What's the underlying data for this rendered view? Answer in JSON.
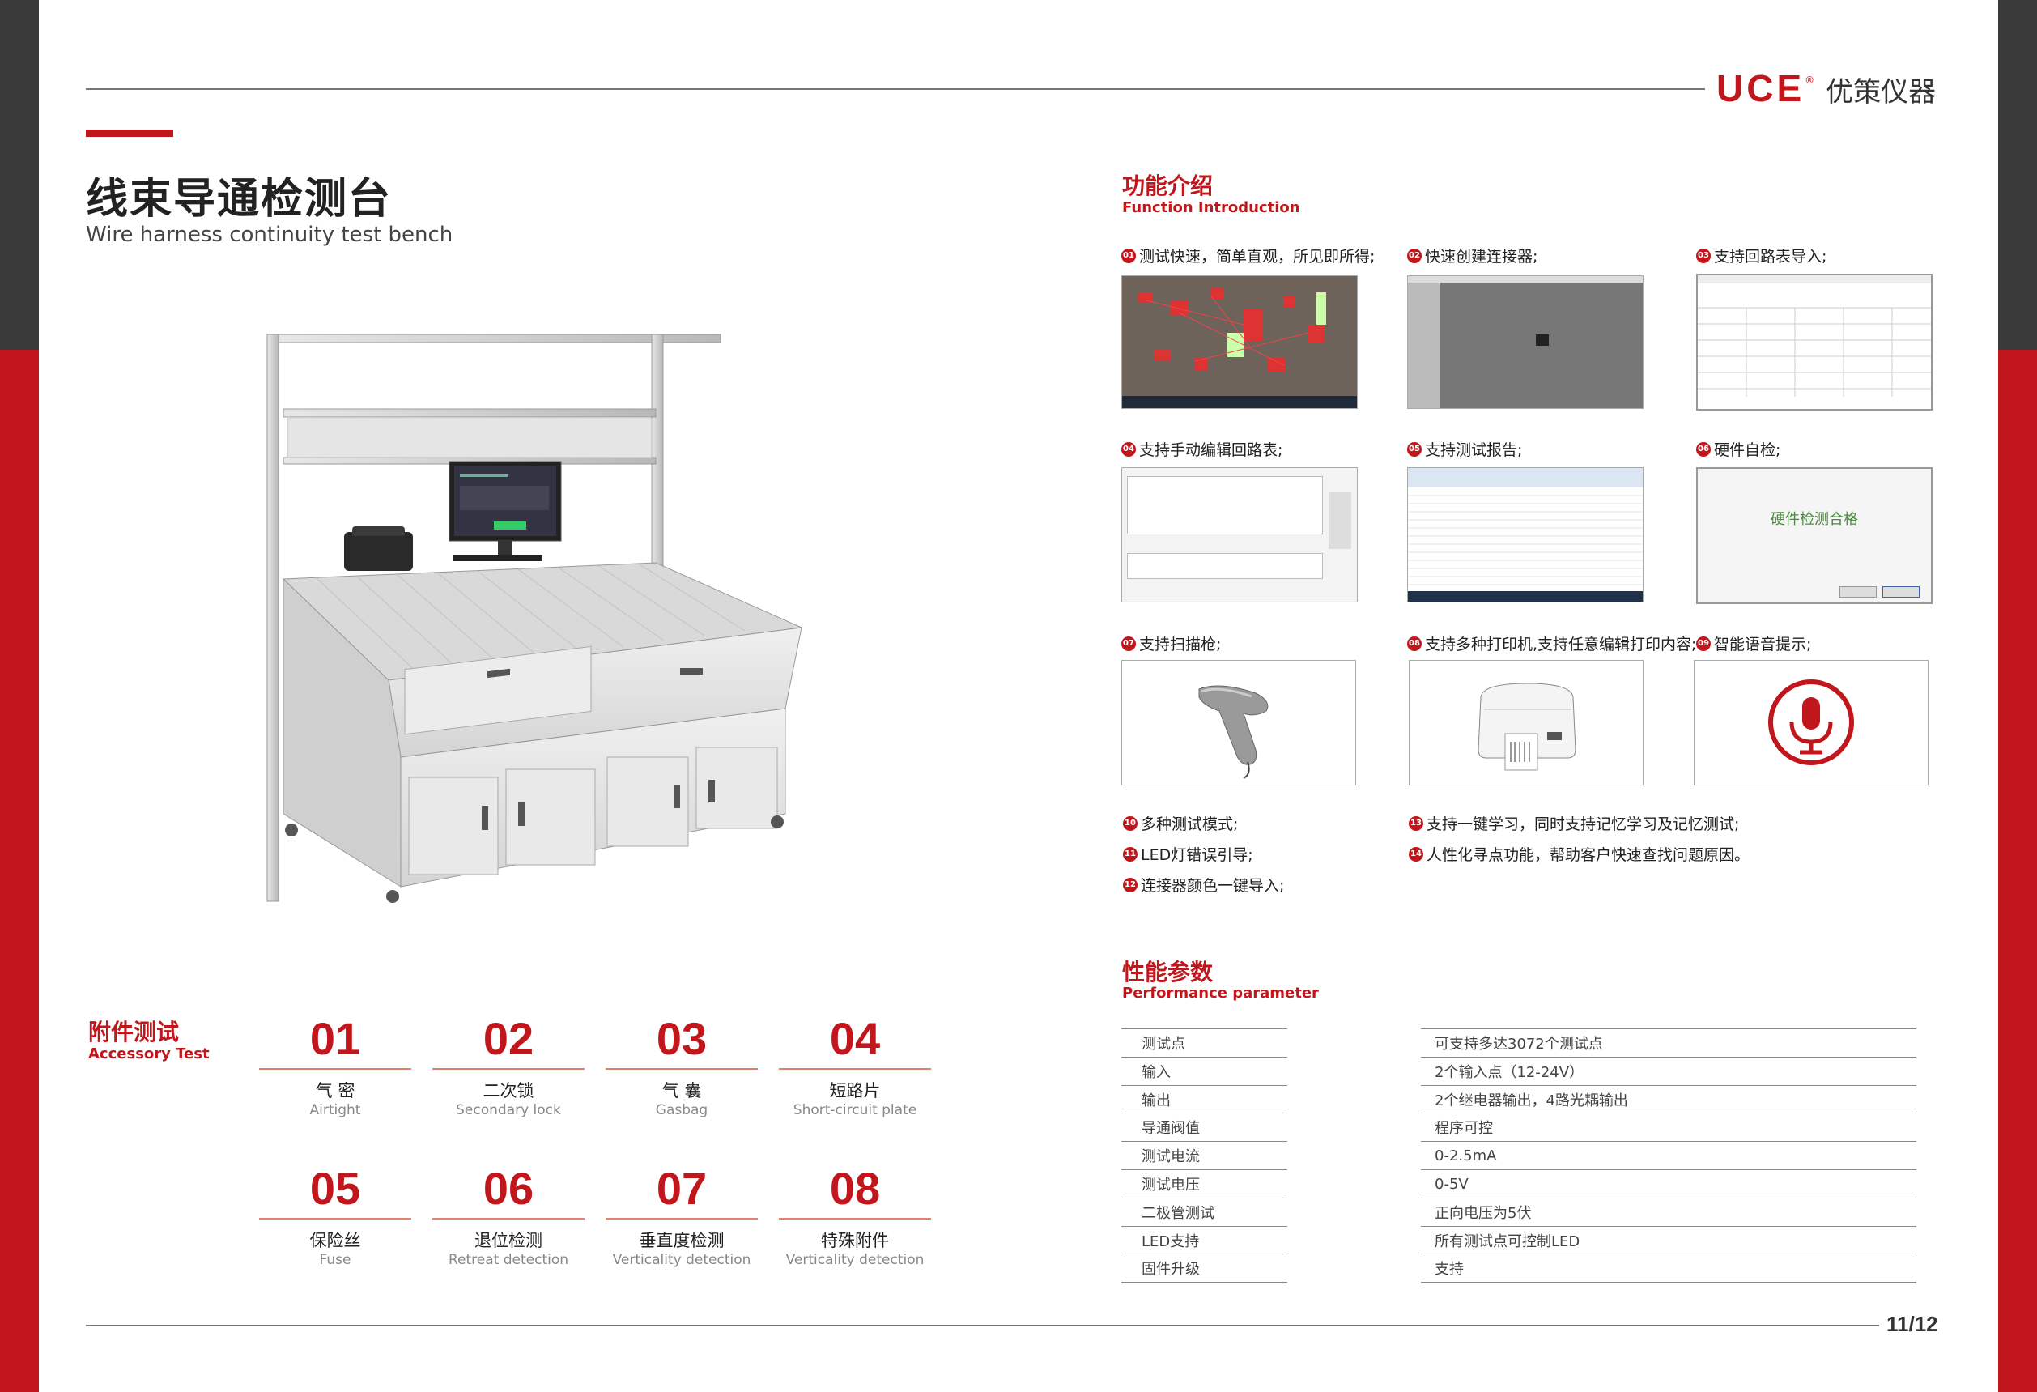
{
  "brand": {
    "logo": "UCE",
    "name": "优策仪器",
    "registered": "®"
  },
  "title": {
    "cn": "线束导通检测台",
    "en": "Wire harness continuity test bench"
  },
  "function_intro": {
    "title_cn": "功能介绍",
    "title_en": "Function Introduction",
    "items": [
      {
        "num": "01",
        "label": "测试快速，简单直观，所见即所得;"
      },
      {
        "num": "02",
        "label": "快速创建连接器;"
      },
      {
        "num": "03",
        "label": "支持回路表导入;"
      },
      {
        "num": "04",
        "label": "支持手动编辑回路表;"
      },
      {
        "num": "05",
        "label": "支持测试报告;"
      },
      {
        "num": "06",
        "label": "硬件自检;"
      },
      {
        "num": "07",
        "label": "支持扫描枪;"
      },
      {
        "num": "08",
        "label": "支持多种打印机,支持任意编辑打印内容;"
      },
      {
        "num": "09",
        "label": "智能语音提示;"
      }
    ],
    "selfcheck_text": "硬件检测合格",
    "list_left": [
      {
        "num": "10",
        "label": "多种测试模式;"
      },
      {
        "num": "11",
        "label": "LED灯错误引导;"
      },
      {
        "num": "12",
        "label": "连接器颜色一键导入;"
      }
    ],
    "list_right": [
      {
        "num": "13",
        "label": "支持一键学习，同时支持记忆学习及记忆测试;"
      },
      {
        "num": "14",
        "label": "人性化寻点功能，帮助客户快速查找问题原因。"
      }
    ]
  },
  "accessory": {
    "title_cn": "附件测试",
    "title_en": "Accessory Test",
    "items": [
      {
        "num": "01",
        "cn": "气 密",
        "en": "Airtight"
      },
      {
        "num": "02",
        "cn": "二次锁",
        "en": "Secondary lock"
      },
      {
        "num": "03",
        "cn": "气 囊",
        "en": "Gasbag"
      },
      {
        "num": "04",
        "cn": "短路片",
        "en": "Short-circuit plate"
      },
      {
        "num": "05",
        "cn": "保险丝",
        "en": "Fuse"
      },
      {
        "num": "06",
        "cn": "退位检测",
        "en": "Retreat detection"
      },
      {
        "num": "07",
        "cn": "垂直度检测",
        "en": "Verticality detection"
      },
      {
        "num": "08",
        "cn": "特殊附件",
        "en": "Verticality detection"
      }
    ]
  },
  "performance": {
    "title_cn": "性能参数",
    "title_en": "Performance parameter",
    "rows": [
      {
        "name": "测试点",
        "value": "可支持多达3072个测试点"
      },
      {
        "name": "输入",
        "value": "2个输入点（12-24V）"
      },
      {
        "name": "输出",
        "value": "2个继电器输出，4路光耦输出"
      },
      {
        "name": "导通阀值",
        "value": "程序可控"
      },
      {
        "name": "测试电流",
        "value": "0-2.5mA"
      },
      {
        "name": "测试电压",
        "value": "0-5V"
      },
      {
        "name": "二极管测试",
        "value": "正向电压为5伏"
      },
      {
        "name": "LED支持",
        "value": "所有测试点可控制LED"
      },
      {
        "name": "固件升级",
        "value": "支持"
      }
    ]
  },
  "page_number": "11/12",
  "colors": {
    "accent": "#c0161c",
    "sidebar_dark": "#3a3a3a",
    "rule": "#777777"
  }
}
